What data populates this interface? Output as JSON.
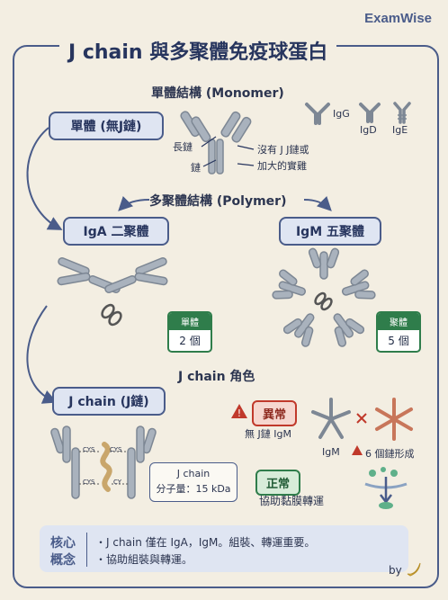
{
  "brand": "ExamWise",
  "title": "J chain 與多聚體免疫球蛋白",
  "monomer": {
    "heading": "單體結構 (Monomer)",
    "pill": "單體 (無J鏈)",
    "label_heavy_1": "長鏈",
    "label_heavy_2": "鏈",
    "note_1": "沒有 J J鏈或",
    "note_2": "加大的實雞",
    "types": [
      "IgG",
      "IgD",
      "IgE"
    ]
  },
  "polymer": {
    "heading": "多聚體結構 (Polymer)",
    "iga_pill": "IgA 二聚體",
    "igm_pill": "IgM 五聚體",
    "iga_badge_title": "單體",
    "iga_badge_value": "2 個",
    "igm_badge_title": "聚體",
    "igm_badge_value": "5 個"
  },
  "role": {
    "heading": "J chain 角色",
    "pill": "J chain (J鏈)",
    "cys_labels": [
      "CYS",
      "CYS",
      "CYS",
      "CY"
    ],
    "box_line1": "J chain",
    "box_line2": "分子量：15 kDa",
    "abnormal_tag": "異常",
    "abnormal_desc": "無 J鏈 IgM",
    "igm_label": "IgM",
    "warning_text": "6 個鏈形成",
    "normal_tag": "正常",
    "normal_desc": "協助黏膜轉運"
  },
  "core": {
    "label_1": "核心",
    "label_2": "概念",
    "line_1": "・J chain 僅在 IgA，IgM。組裝、轉運重要。",
    "line_2": "・協助組裝與轉運。"
  },
  "footer": {
    "by": "by"
  },
  "colors": {
    "navy": "#27355e",
    "frame": "#4a5c8a",
    "pill_bg": "#dfe5f2",
    "green": "#2f7d4b",
    "red": "#c0392b",
    "warn_bg": "#f6d7cf",
    "normal_bg": "#d7ecd9",
    "antibody_gray": "#9aa3ae",
    "j_chain_gold": "#c9a66b"
  }
}
